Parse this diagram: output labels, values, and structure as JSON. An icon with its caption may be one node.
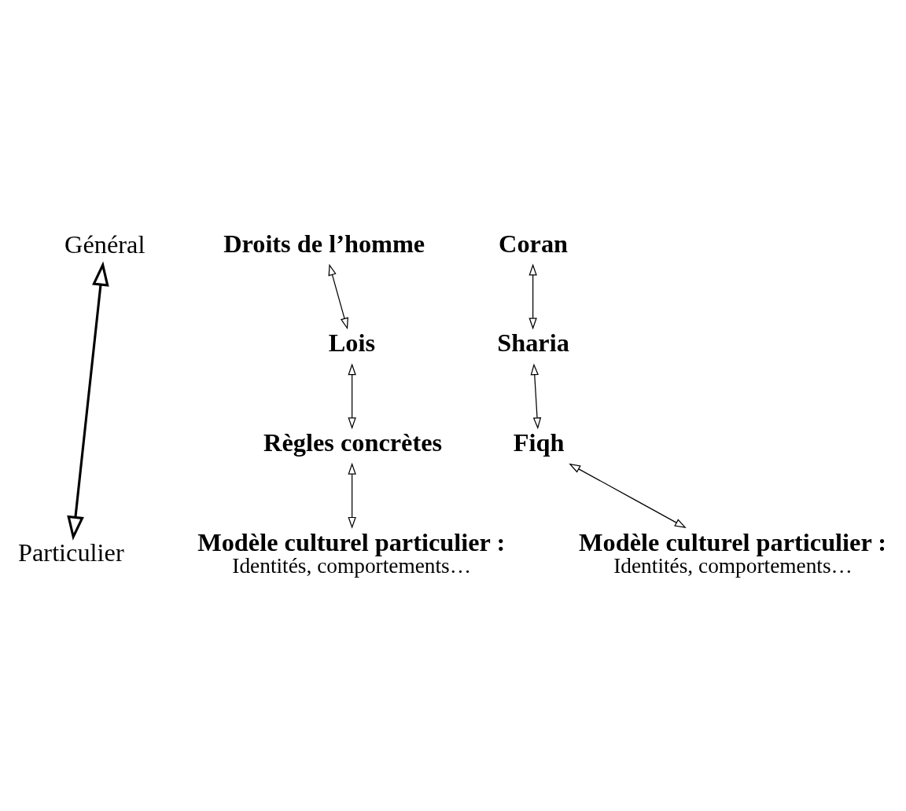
{
  "diagram": {
    "nodes": [
      {
        "text": [
          "Général"
        ]
      },
      {
        "text": [
          "Particulier"
        ]
      },
      {
        "text": [
          "Droits de l’homme"
        ]
      },
      {
        "text": [
          "Lois"
        ]
      },
      {
        "text": [
          "Règles concrètes"
        ]
      },
      {
        "text": [
          "Modèle culturel particulier :",
          "Identités, comportements…"
        ]
      },
      {
        "text": [
          "Coran"
        ]
      },
      {
        "text": [
          "Sharia"
        ]
      },
      {
        "text": [
          "Fiqh"
        ]
      },
      {
        "text": [
          "Modèle culturel particulier :",
          "Identités, comportements…"
        ]
      }
    ],
    "edges": [
      {
        "from": 0,
        "to": 1,
        "arrow": "both",
        "style": "thick"
      },
      {
        "from": 2,
        "to": 3,
        "arrow": "both"
      },
      {
        "from": 3,
        "to": 4,
        "arrow": "both"
      },
      {
        "from": 4,
        "to": 5,
        "arrow": "both"
      },
      {
        "from": 6,
        "to": 7,
        "arrow": "both"
      },
      {
        "from": 7,
        "to": 8,
        "arrow": "both"
      },
      {
        "from": 8,
        "to": 9,
        "arrow": "both"
      }
    ]
  }
}
